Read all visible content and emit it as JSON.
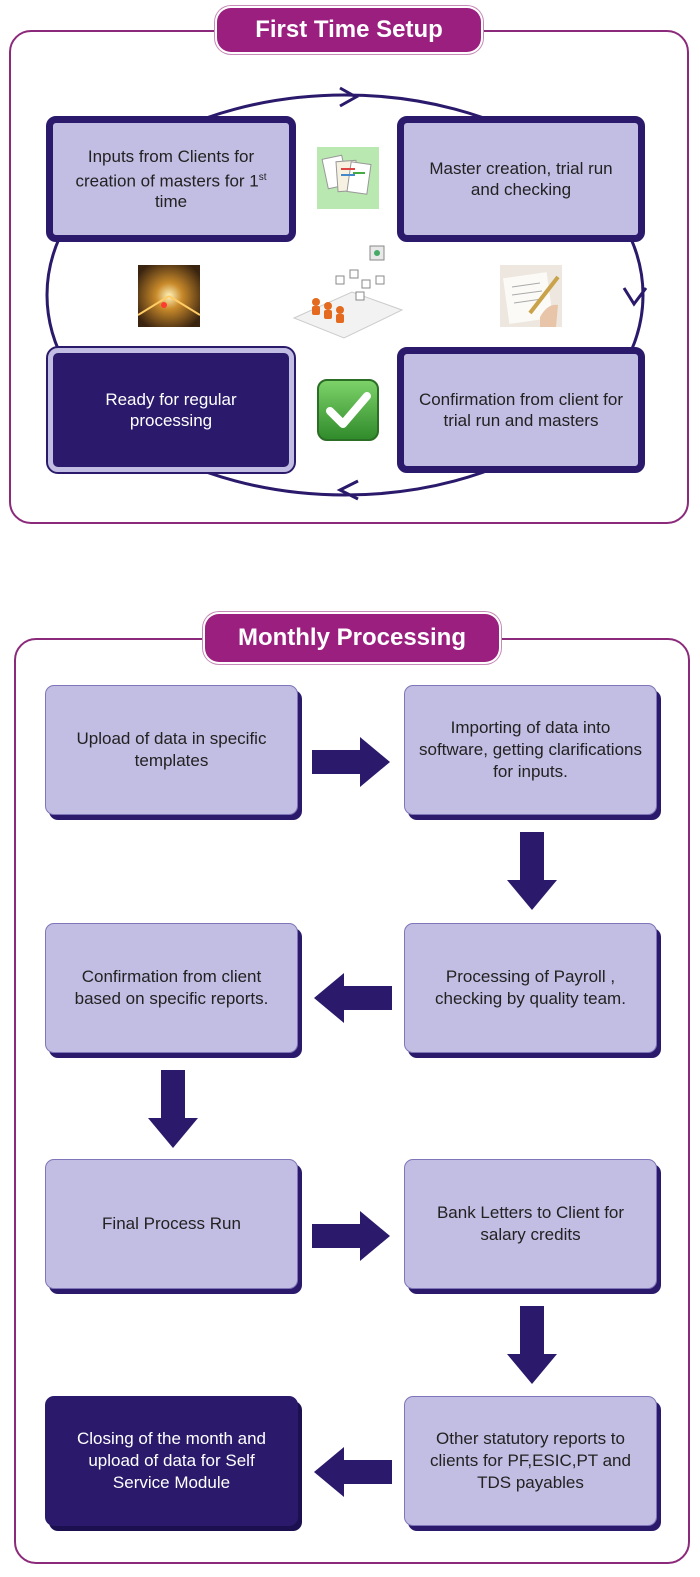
{
  "setup": {
    "title": "First Time Setup",
    "boxes": {
      "inputs": "Inputs from Clients for creation of masters for 1st time",
      "master": "Master creation, trial run and checking",
      "confirmation": "Confirmation from client for trial run and masters",
      "ready": "Ready for regular processing"
    },
    "icons": [
      "forms-icon",
      "tunnel-photo-icon",
      "people-network-icon",
      "signing-document-icon",
      "checkmark-icon"
    ]
  },
  "monthly": {
    "title": "Monthly Processing",
    "boxes": {
      "upload": "Upload of data in specific templates",
      "importing": "Importing of data into software, getting clarifications for inputs.",
      "processing": "Processing of Payroll , checking by quality team.",
      "confirmation": "Confirmation from client based on specific reports.",
      "final_run": "Final Process Run",
      "bank_letters": "Bank Letters to Client for salary credits",
      "statutory": "Other statutory reports to clients for PF,ESIC,PT and TDS payables",
      "closing": "Closing of the month and upload of data for Self Service Module"
    }
  },
  "colors": {
    "accent_magenta": "#9b1f7f",
    "box_fill": "#c2bde3",
    "box_dark": "#2b1a6b",
    "check_green": "#3fa33a"
  }
}
